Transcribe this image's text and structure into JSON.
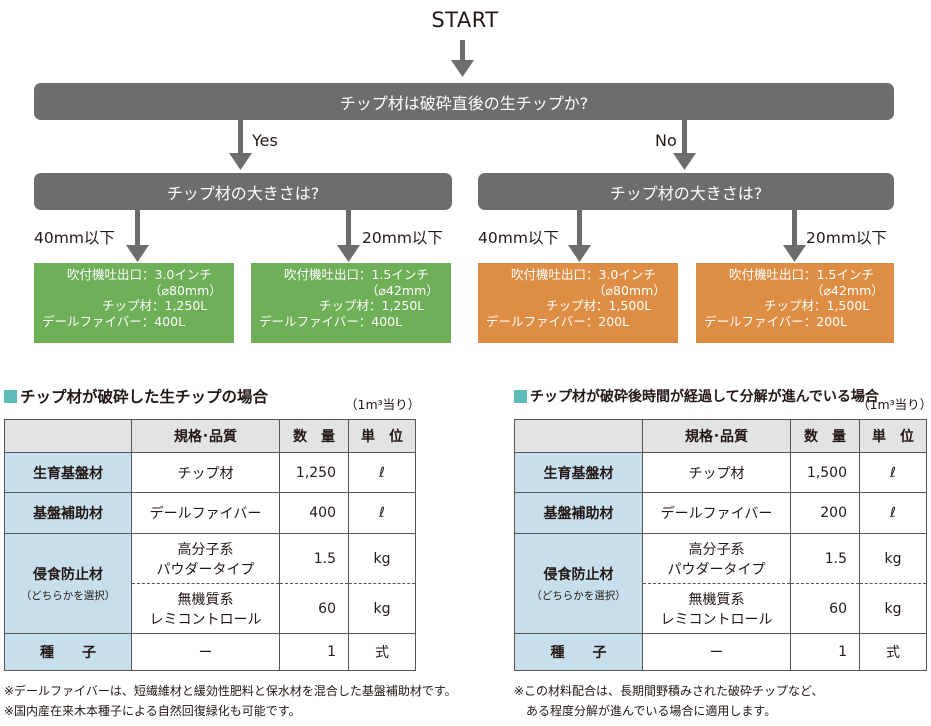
{
  "flowchart": {
    "start": "START",
    "question_main": "チップ材は破砕直後の生チップか?",
    "yes_label": "Yes",
    "no_label": "No",
    "question_size_left": "チップ材の大きさは?",
    "question_size_right": "チップ材の大きさは?",
    "cond_40_left": "40mm以下",
    "cond_20_left": "20mm以下",
    "cond_40_right": "40mm以下",
    "cond_20_right": "20mm以下",
    "results": [
      {
        "color": "#6faf58",
        "lines": [
          "吹付機吐出口：3.0インチ",
          "（⌀80mm）",
          "チップ材：1,250L",
          "デールファイバー：400L"
        ]
      },
      {
        "color": "#6faf58",
        "lines": [
          "吹付機吐出口：1.5インチ",
          "（⌀42mm）",
          "チップ材：1,250L",
          "デールファイバー：400L"
        ]
      },
      {
        "color": "#de8e44",
        "lines": [
          "吹付機吐出口：3.0インチ",
          "（⌀80mm）",
          "チップ材：1,500L",
          "デールファイバー：200L"
        ]
      },
      {
        "color": "#de8e44",
        "lines": [
          "吹付機吐出口：1.5インチ",
          "（⌀42mm）",
          "チップ材：1,500L",
          "デールファイバー：200L"
        ]
      }
    ]
  },
  "colors": {
    "bar": "#6d6d6d",
    "green": "#6faf58",
    "orange": "#de8e44",
    "header_gray": "#e3e3e3",
    "category_blue": "#c7dfec",
    "title_square": "#5bbcb8"
  },
  "tables": [
    {
      "title": "チップ材が破砕した生チップの場合",
      "unit_note": "（1m³当り）",
      "headers": [
        "規格･品質",
        "数　量",
        "単　位"
      ],
      "rows": {
        "base": {
          "category": "生育基盤材",
          "spec": "チップ材",
          "qty": "1,250",
          "unit": "ℓ"
        },
        "aux": {
          "category": "基盤補助材",
          "spec": "デールファイバー",
          "qty": "400",
          "unit": "ℓ"
        },
        "erosion": {
          "category": "侵食防止材",
          "category_note": "（どちらかを選択）",
          "opt1": {
            "spec_line1": "高分子系",
            "spec_line2": "パウダータイプ",
            "qty": "1.5",
            "unit": "kg"
          },
          "opt2": {
            "spec_line1": "無機質系",
            "spec_line2": "レミコントロール",
            "qty": "60",
            "unit": "kg"
          }
        },
        "seed": {
          "category": "種　　子",
          "spec": "ー",
          "qty": "1",
          "unit": "式"
        }
      },
      "notes": [
        "※デールファイバーは、短繊維材と緩効性肥料と保水材を混合した基盤補助材です。",
        "※国内産在来木本種子による自然回復緑化も可能です。"
      ]
    },
    {
      "title": "チップ材が破砕後時間が経過して分解が進んでいる場合",
      "unit_note": "（1m³当り）",
      "headers": [
        "規格･品質",
        "数　量",
        "単　位"
      ],
      "rows": {
        "base": {
          "category": "生育基盤材",
          "spec": "チップ材",
          "qty": "1,500",
          "unit": "ℓ"
        },
        "aux": {
          "category": "基盤補助材",
          "spec": "デールファイバー",
          "qty": "200",
          "unit": "ℓ"
        },
        "erosion": {
          "category": "侵食防止材",
          "category_note": "（どちらかを選択）",
          "opt1": {
            "spec_line1": "高分子系",
            "spec_line2": "パウダータイプ",
            "qty": "1.5",
            "unit": "kg"
          },
          "opt2": {
            "spec_line1": "無機質系",
            "spec_line2": "レミコントロール",
            "qty": "60",
            "unit": "kg"
          }
        },
        "seed": {
          "category": "種　　子",
          "spec": "ー",
          "qty": "1",
          "unit": "式"
        }
      },
      "notes": [
        "※この材料配合は、長期間野積みされた破砕チップなど、",
        "　ある程度分解が進んでいる場合に適用します。"
      ]
    }
  ]
}
